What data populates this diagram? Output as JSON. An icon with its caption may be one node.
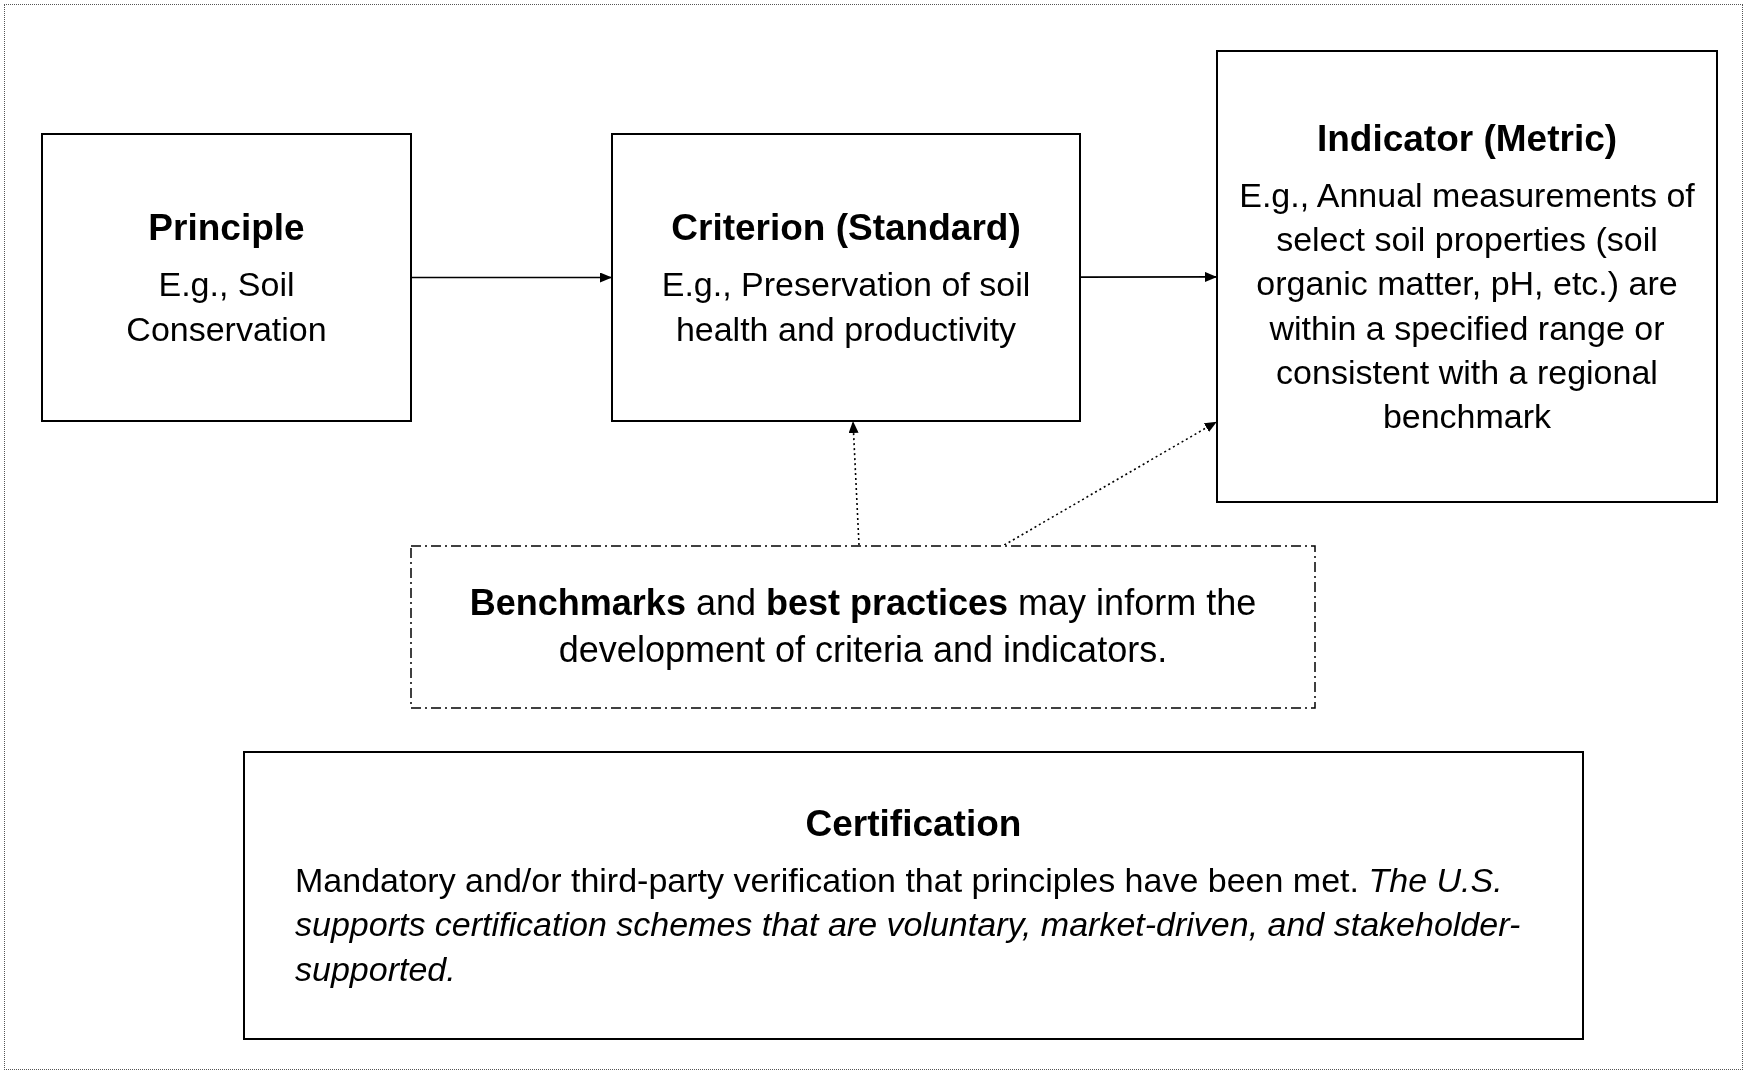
{
  "diagram": {
    "nodes": [
      {
        "text": [
          "Principle",
          "E.g., Soil Conservation"
        ]
      },
      {
        "text": [
          "Criterion (Standard)",
          "E.g., Preservation of soil health and productivity"
        ]
      },
      {
        "text": [
          "Indicator (Metric)",
          "E.g., Annual measurements of select soil properties (soil organic matter, pH, etc.) are within a specified range or consistent with a regional benchmark"
        ]
      },
      {
        "text": [
          "**Benchmarks** and **best practices** may inform the development of criteria and indicators."
        ]
      },
      {
        "text": [
          "Certification",
          "Mandatory and/or third-party verification that principles have been met. *The U.S. supports certification schemes that are voluntary, market-driven, and stakeholder-supported.*"
        ]
      }
    ],
    "edges": [
      {
        "from": 0,
        "to": 1,
        "arrow": "to"
      },
      {
        "from": 1,
        "to": 2,
        "arrow": "to"
      },
      {
        "from": 3,
        "to": 1,
        "arrow": "to",
        "style": "dashed"
      },
      {
        "from": 3,
        "to": 2,
        "arrow": "to",
        "style": "dashed"
      }
    ]
  }
}
